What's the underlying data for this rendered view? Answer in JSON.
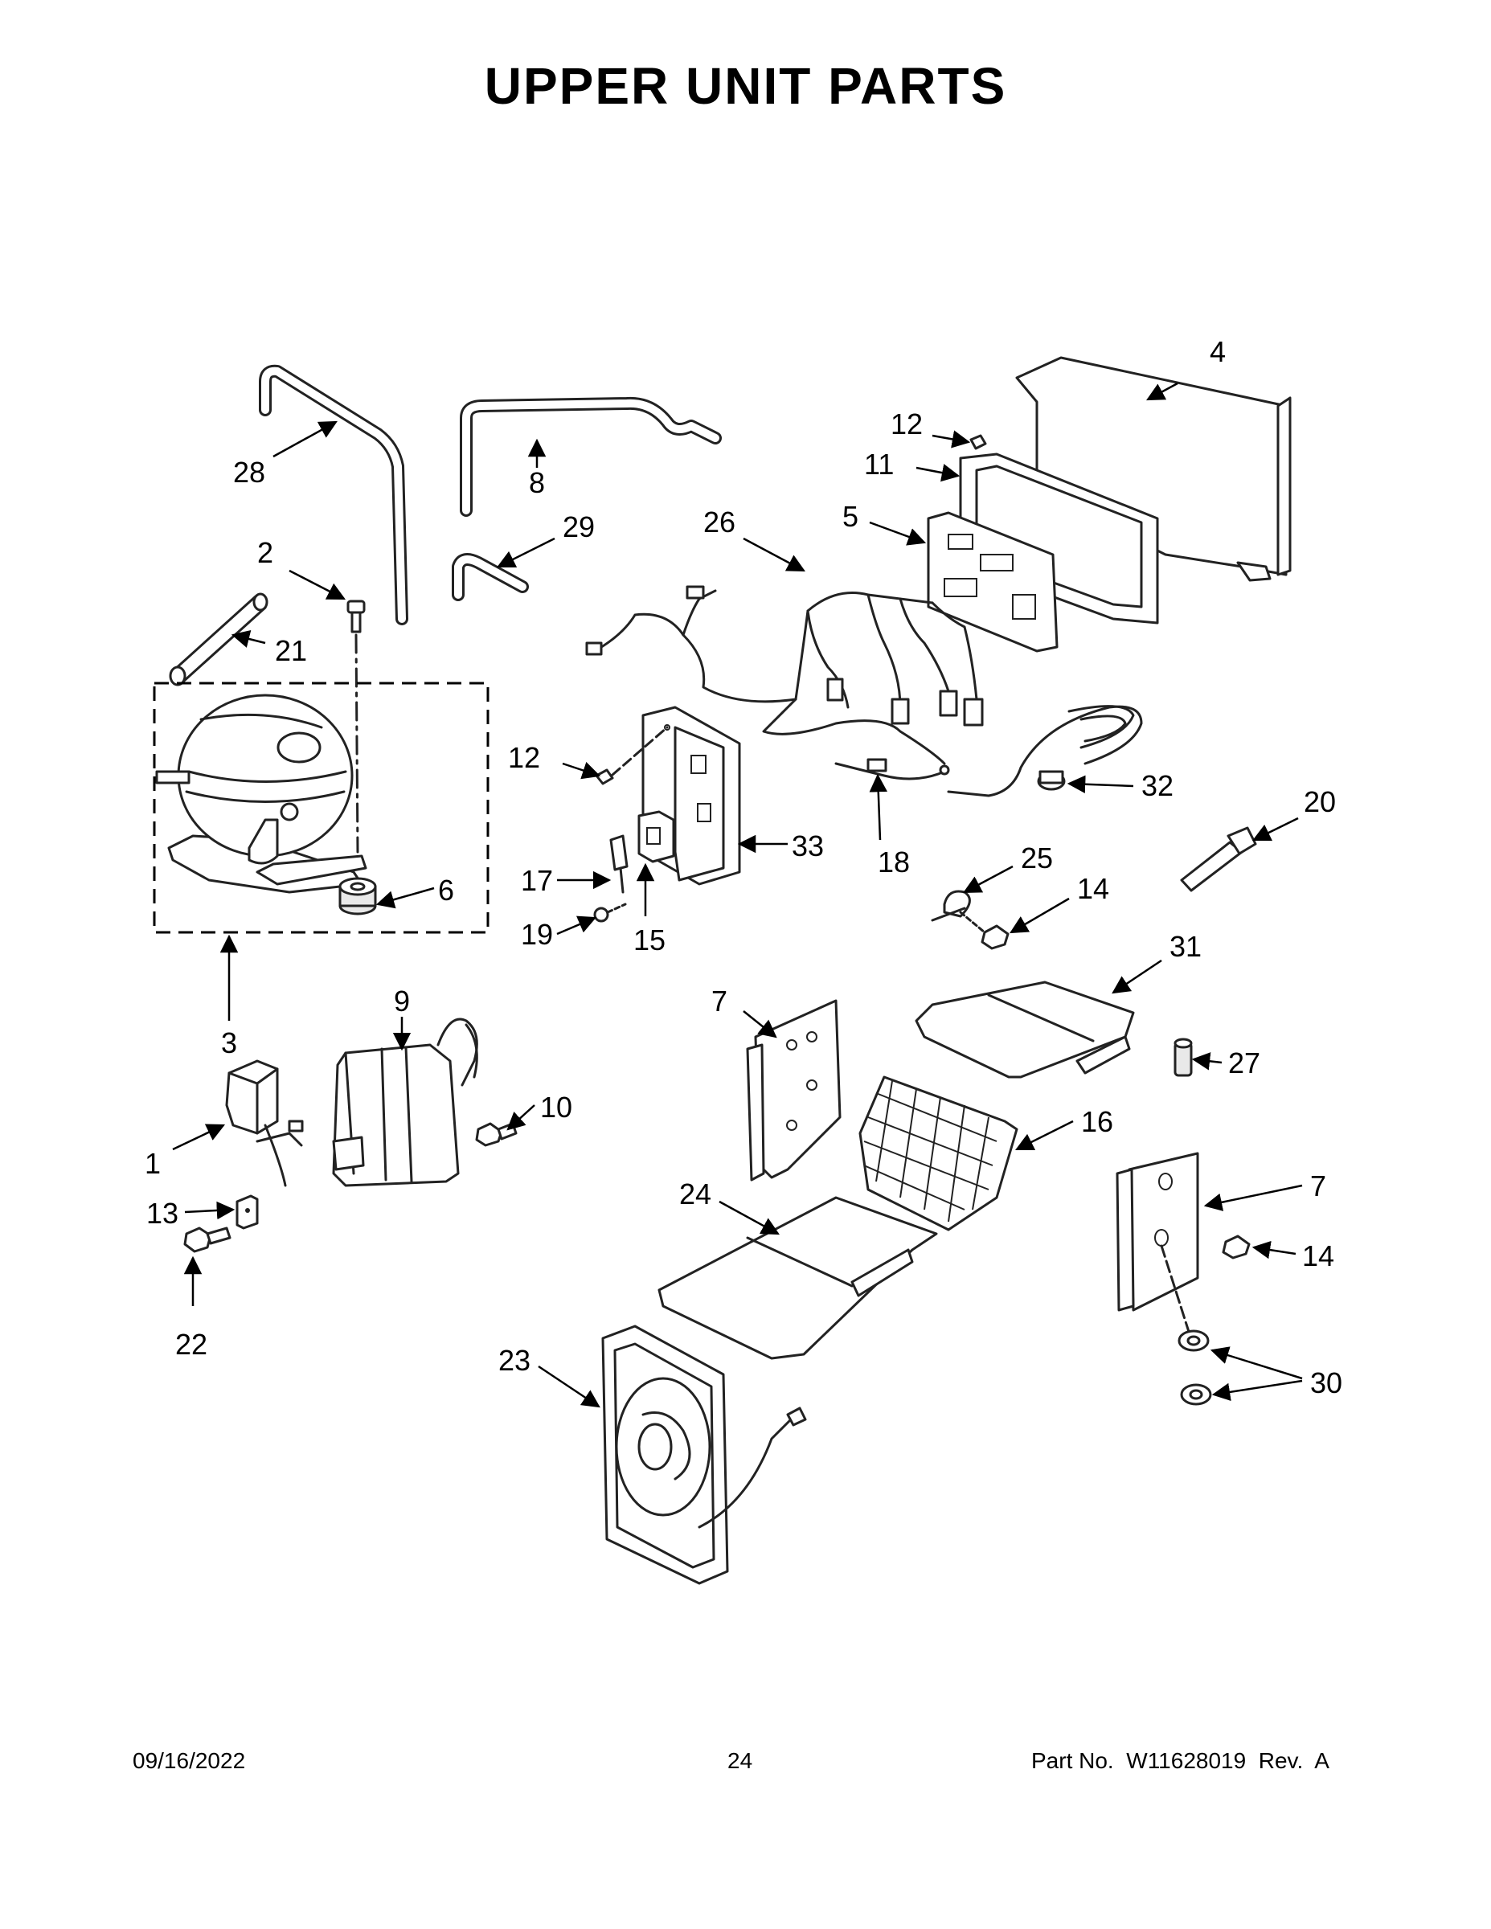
{
  "page": {
    "title": "UPPER UNIT PARTS",
    "footer_date": "09/16/2022",
    "footer_page": "24",
    "footer_part_no": "Part No.  W11628019  Rev.  A"
  },
  "callouts": {
    "c1": "1",
    "c2": "2",
    "c3": "3",
    "c4": "4",
    "c5": "5",
    "c6": "6",
    "c7a": "7",
    "c7b": "7",
    "c8": "8",
    "c9": "9",
    "c10": "10",
    "c11": "11",
    "c12a": "12",
    "c12b": "12",
    "c13": "13",
    "c14a": "14",
    "c14b": "14",
    "c15": "15",
    "c16": "16",
    "c17": "17",
    "c18": "18",
    "c19": "19",
    "c20": "20",
    "c21": "21",
    "c22": "22",
    "c23": "23",
    "c24": "24",
    "c25": "25",
    "c26": "26",
    "c27": "27",
    "c28": "28",
    "c29": "29",
    "c30": "30",
    "c31": "31",
    "c32": "32",
    "c33": "33"
  }
}
